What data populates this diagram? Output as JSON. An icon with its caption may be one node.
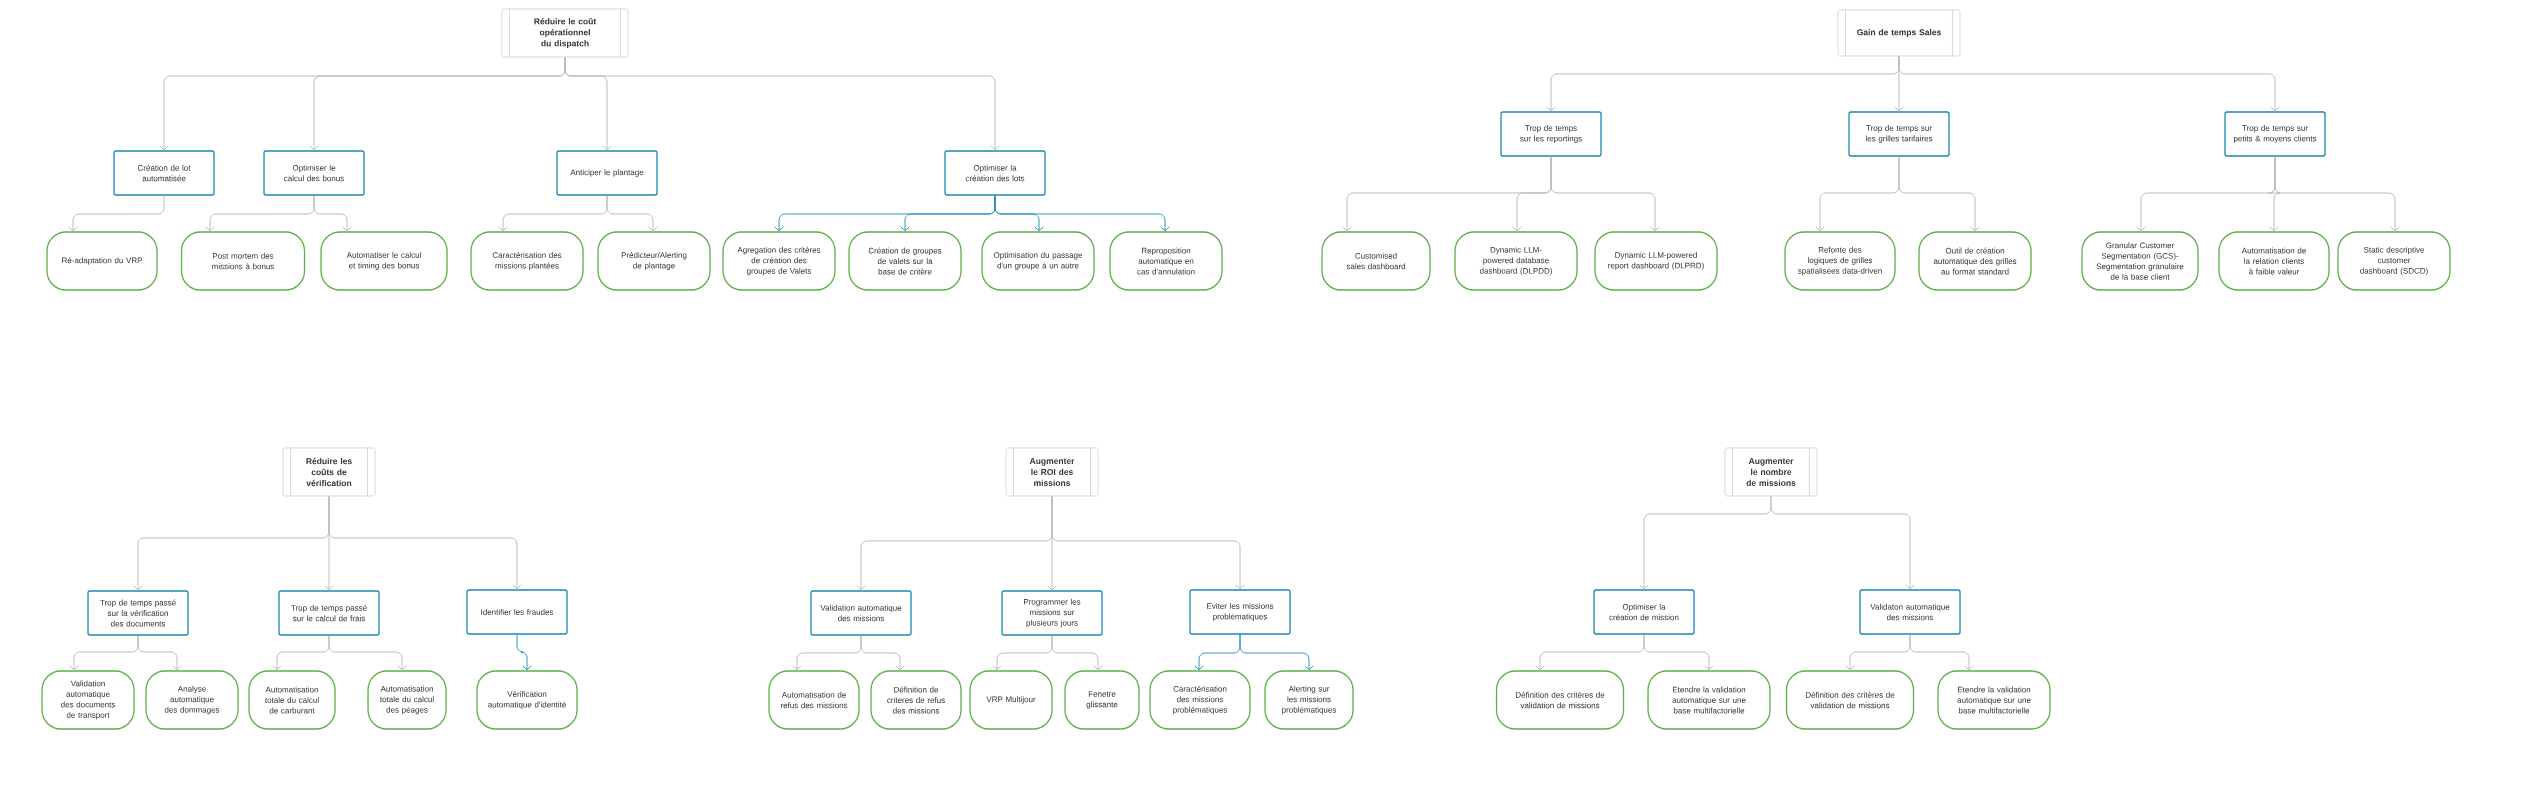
{
  "diagram": {
    "nodes": [
      {
        "text": [
          "Réduire le coût opérationnel du dispatch"
        ]
      },
      {
        "text": [
          "Création de lot automatisée"
        ]
      },
      {
        "text": [
          "Optimiser le calcul des bonus"
        ]
      },
      {
        "text": [
          "Anticiper le plantage"
        ]
      },
      {
        "text": [
          "Optimiser la création des lots"
        ]
      },
      {
        "text": [
          "Ré-adaptation du VRP"
        ]
      },
      {
        "text": [
          "Post mortem des missions à bonus"
        ]
      },
      {
        "text": [
          "Automatiser le calcul et timing des bonus"
        ]
      },
      {
        "text": [
          "Caractérisation des missions plantées"
        ]
      },
      {
        "text": [
          "Prédicteur/Alerting de plantage"
        ]
      },
      {
        "text": [
          "Agregation des critères de création des groupes de Valets"
        ]
      },
      {
        "text": [
          "Création de groupes de valets sur la base de critère"
        ]
      },
      {
        "text": [
          "Optimisation du passage d'un groupe à un autre"
        ]
      },
      {
        "text": [
          "Reproposition automatique en cas d'annulation"
        ]
      },
      {
        "text": [
          "Gain de temps Sales"
        ]
      },
      {
        "text": [
          "Trop de temps sur les reportings"
        ]
      },
      {
        "text": [
          "Trop de temps sur les grilles tarifaires"
        ]
      },
      {
        "text": [
          "Trop de temps sur petits & moyens clients"
        ]
      },
      {
        "text": [
          "Customised sales dashboard"
        ]
      },
      {
        "text": [
          "Dynamic LLM-powered database dashboard (DLPDD)"
        ]
      },
      {
        "text": [
          "Dynamic LLM-powered report dashboard (DLPRD)"
        ]
      },
      {
        "text": [
          "Refonte des logiques de grilles spatialisées data-driven"
        ]
      },
      {
        "text": [
          "Outil de création automatique des grilles au format standard"
        ]
      },
      {
        "text": [
          "Granular Customer Segmentation (GCS)- Segmentation granulaire de la base client"
        ]
      },
      {
        "text": [
          "Automatisation de la relation clients à faible valeur"
        ]
      },
      {
        "text": [
          "Static descriptive customer dashboard (SDCD)"
        ]
      },
      {
        "text": [
          "Réduire les coûts de vérification"
        ]
      },
      {
        "text": [
          "Trop de temps passé sur la vérification des documents"
        ]
      },
      {
        "text": [
          "Trop de temps passé sur le calcul de frais"
        ]
      },
      {
        "text": [
          "Identifier les fraudes"
        ]
      },
      {
        "text": [
          "Validation automatique des documents de transport"
        ]
      },
      {
        "text": [
          "Analyse automatique des dommages"
        ]
      },
      {
        "text": [
          "Automatisation totale du calcul de carburant"
        ]
      },
      {
        "text": [
          "Automatisation totale du calcul des péages"
        ]
      },
      {
        "text": [
          "Vérification automatique d'identité"
        ]
      },
      {
        "text": [
          "Augmenter le ROI des missions"
        ]
      },
      {
        "text": [
          "Validation automatique des missions"
        ]
      },
      {
        "text": [
          "Programmer les missions sur plusieurs jours"
        ]
      },
      {
        "text": [
          "Eviter les missions problématiques"
        ]
      },
      {
        "text": [
          "Automatisation de refus des missions"
        ]
      },
      {
        "text": [
          "Définition de criteres de refus des missions"
        ]
      },
      {
        "text": [
          "VRP Multijour"
        ]
      },
      {
        "text": [
          "Fenetre glissante"
        ]
      },
      {
        "text": [
          "Caractérisation des missions problématiques"
        ]
      },
      {
        "text": [
          "Alerting sur les missions problématiques"
        ]
      },
      {
        "text": [
          "Augmenter le nombre de missions"
        ]
      },
      {
        "text": [
          "Optimiser la création de mission"
        ]
      },
      {
        "text": [
          "Validaton automatique des missions"
        ]
      },
      {
        "text": [
          "Définition des critères de validation de missions"
        ]
      },
      {
        "text": [
          "Etendre la validation automatique sur une base multifactorielle"
        ]
      },
      {
        "text": [
          "Définition des critères de validation de missions"
        ]
      },
      {
        "text": [
          "Etendre la validation automatique sur une base multifactorielle"
        ]
      }
    ],
    "edges": [
      {
        "from": 0,
        "to": 1,
        "arrow": "to"
      },
      {
        "from": 0,
        "to": 2,
        "arrow": "to"
      },
      {
        "from": 0,
        "to": 3,
        "arrow": "to"
      },
      {
        "from": 0,
        "to": 4,
        "arrow": "to"
      },
      {
        "from": 1,
        "to": 5,
        "arrow": "to"
      },
      {
        "from": 2,
        "to": 6,
        "arrow": "to"
      },
      {
        "from": 2,
        "to": 7,
        "arrow": "to"
      },
      {
        "from": 3,
        "to": 8,
        "arrow": "to"
      },
      {
        "from": 3,
        "to": 9,
        "arrow": "to"
      },
      {
        "from": 4,
        "to": 10,
        "arrow": "to",
        "color": "#1d89b0"
      },
      {
        "from": 4,
        "to": 11,
        "arrow": "to",
        "color": "#1d89b0"
      },
      {
        "from": 4,
        "to": 12,
        "arrow": "to",
        "color": "#1d89b0"
      },
      {
        "from": 4,
        "to": 13,
        "arrow": "to",
        "color": "#1d89b0"
      },
      {
        "from": 14,
        "to": 15,
        "arrow": "to"
      },
      {
        "from": 14,
        "to": 16,
        "arrow": "to"
      },
      {
        "from": 14,
        "to": 17,
        "arrow": "to"
      },
      {
        "from": 15,
        "to": 18,
        "arrow": "to"
      },
      {
        "from": 15,
        "to": 19,
        "arrow": "to"
      },
      {
        "from": 15,
        "to": 20,
        "arrow": "to"
      },
      {
        "from": 16,
        "to": 21,
        "arrow": "to"
      },
      {
        "from": 16,
        "to": 22,
        "arrow": "to"
      },
      {
        "from": 17,
        "to": 23,
        "arrow": "to"
      },
      {
        "from": 17,
        "to": 24,
        "arrow": "to"
      },
      {
        "from": 17,
        "to": 25,
        "arrow": "to"
      },
      {
        "from": 26,
        "to": 27,
        "arrow": "to"
      },
      {
        "from": 26,
        "to": 28,
        "arrow": "to"
      },
      {
        "from": 26,
        "to": 29,
        "arrow": "to"
      },
      {
        "from": 27,
        "to": 30,
        "arrow": "to"
      },
      {
        "from": 27,
        "to": 31,
        "arrow": "to"
      },
      {
        "from": 28,
        "to": 32,
        "arrow": "to"
      },
      {
        "from": 28,
        "to": 33,
        "arrow": "to"
      },
      {
        "from": 29,
        "to": 34,
        "arrow": "to",
        "color": "#1d89b0"
      },
      {
        "from": 35,
        "to": 36,
        "arrow": "to"
      },
      {
        "from": 35,
        "to": 37,
        "arrow": "to"
      },
      {
        "from": 35,
        "to": 38,
        "arrow": "to"
      },
      {
        "from": 36,
        "to": 39,
        "arrow": "to"
      },
      {
        "from": 36,
        "to": 40,
        "arrow": "to"
      },
      {
        "from": 37,
        "to": 41,
        "arrow": "to"
      },
      {
        "from": 37,
        "to": 42,
        "arrow": "to"
      },
      {
        "from": 38,
        "to": 43,
        "arrow": "to",
        "color": "#1d89b0"
      },
      {
        "from": 38,
        "to": 44,
        "arrow": "to",
        "color": "#1d89b0"
      },
      {
        "from": 45,
        "to": 46,
        "arrow": "to"
      },
      {
        "from": 45,
        "to": 47,
        "arrow": "to"
      },
      {
        "from": 46,
        "to": 48,
        "arrow": "to"
      },
      {
        "from": 46,
        "to": 49,
        "arrow": "to"
      },
      {
        "from": 47,
        "to": 50,
        "arrow": "to"
      },
      {
        "from": 47,
        "to": 51,
        "arrow": "to"
      }
    ]
  }
}
